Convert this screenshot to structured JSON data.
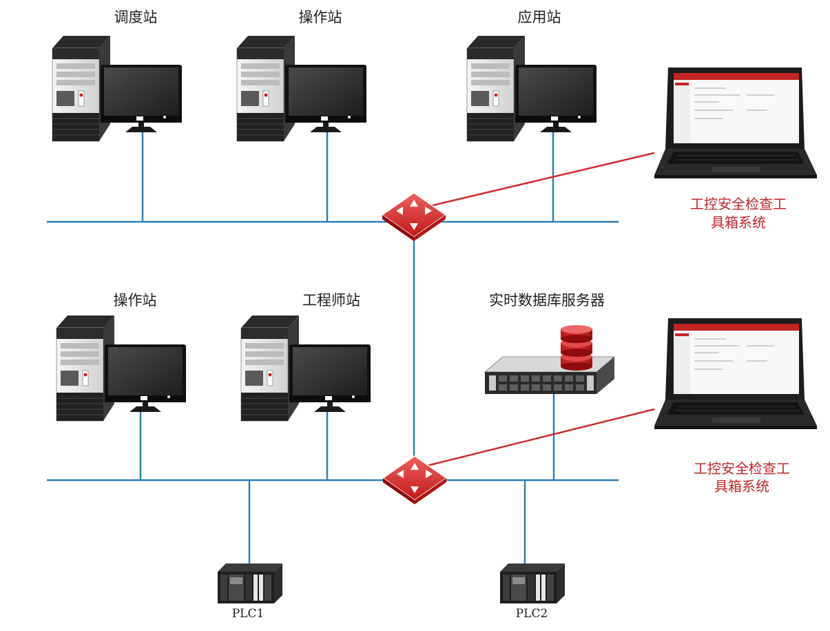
{
  "diagram": {
    "colors": {
      "bus": "#2f7fb6",
      "link": "#d12a2a",
      "accent": "#c22424",
      "text": "#1f1f1f"
    },
    "top_network": {
      "stations": [
        {
          "label": "调度站",
          "icon": "workstation-icon"
        },
        {
          "label": "操作站",
          "icon": "workstation-icon"
        },
        {
          "label": "应用站",
          "icon": "workstation-icon"
        }
      ],
      "switch_icon": "network-switch-icon",
      "tool": {
        "line1": "工控安全检查工",
        "line2": "具箱系统",
        "icon": "laptop-icon"
      }
    },
    "bottom_network": {
      "stations": [
        {
          "label": "操作站",
          "icon": "workstation-icon"
        },
        {
          "label": "工程师站",
          "icon": "workstation-icon"
        }
      ],
      "server": {
        "label": "实时数据库服务器",
        "icon": "database-server-icon"
      },
      "switch_icon": "network-switch-icon",
      "tool": {
        "line1": "工控安全检查工",
        "line2": "具箱系统",
        "icon": "laptop-icon"
      },
      "plcs": [
        {
          "label": "PLC1",
          "icon": "plc-icon"
        },
        {
          "label": "PLC2",
          "icon": "plc-icon"
        }
      ]
    }
  }
}
